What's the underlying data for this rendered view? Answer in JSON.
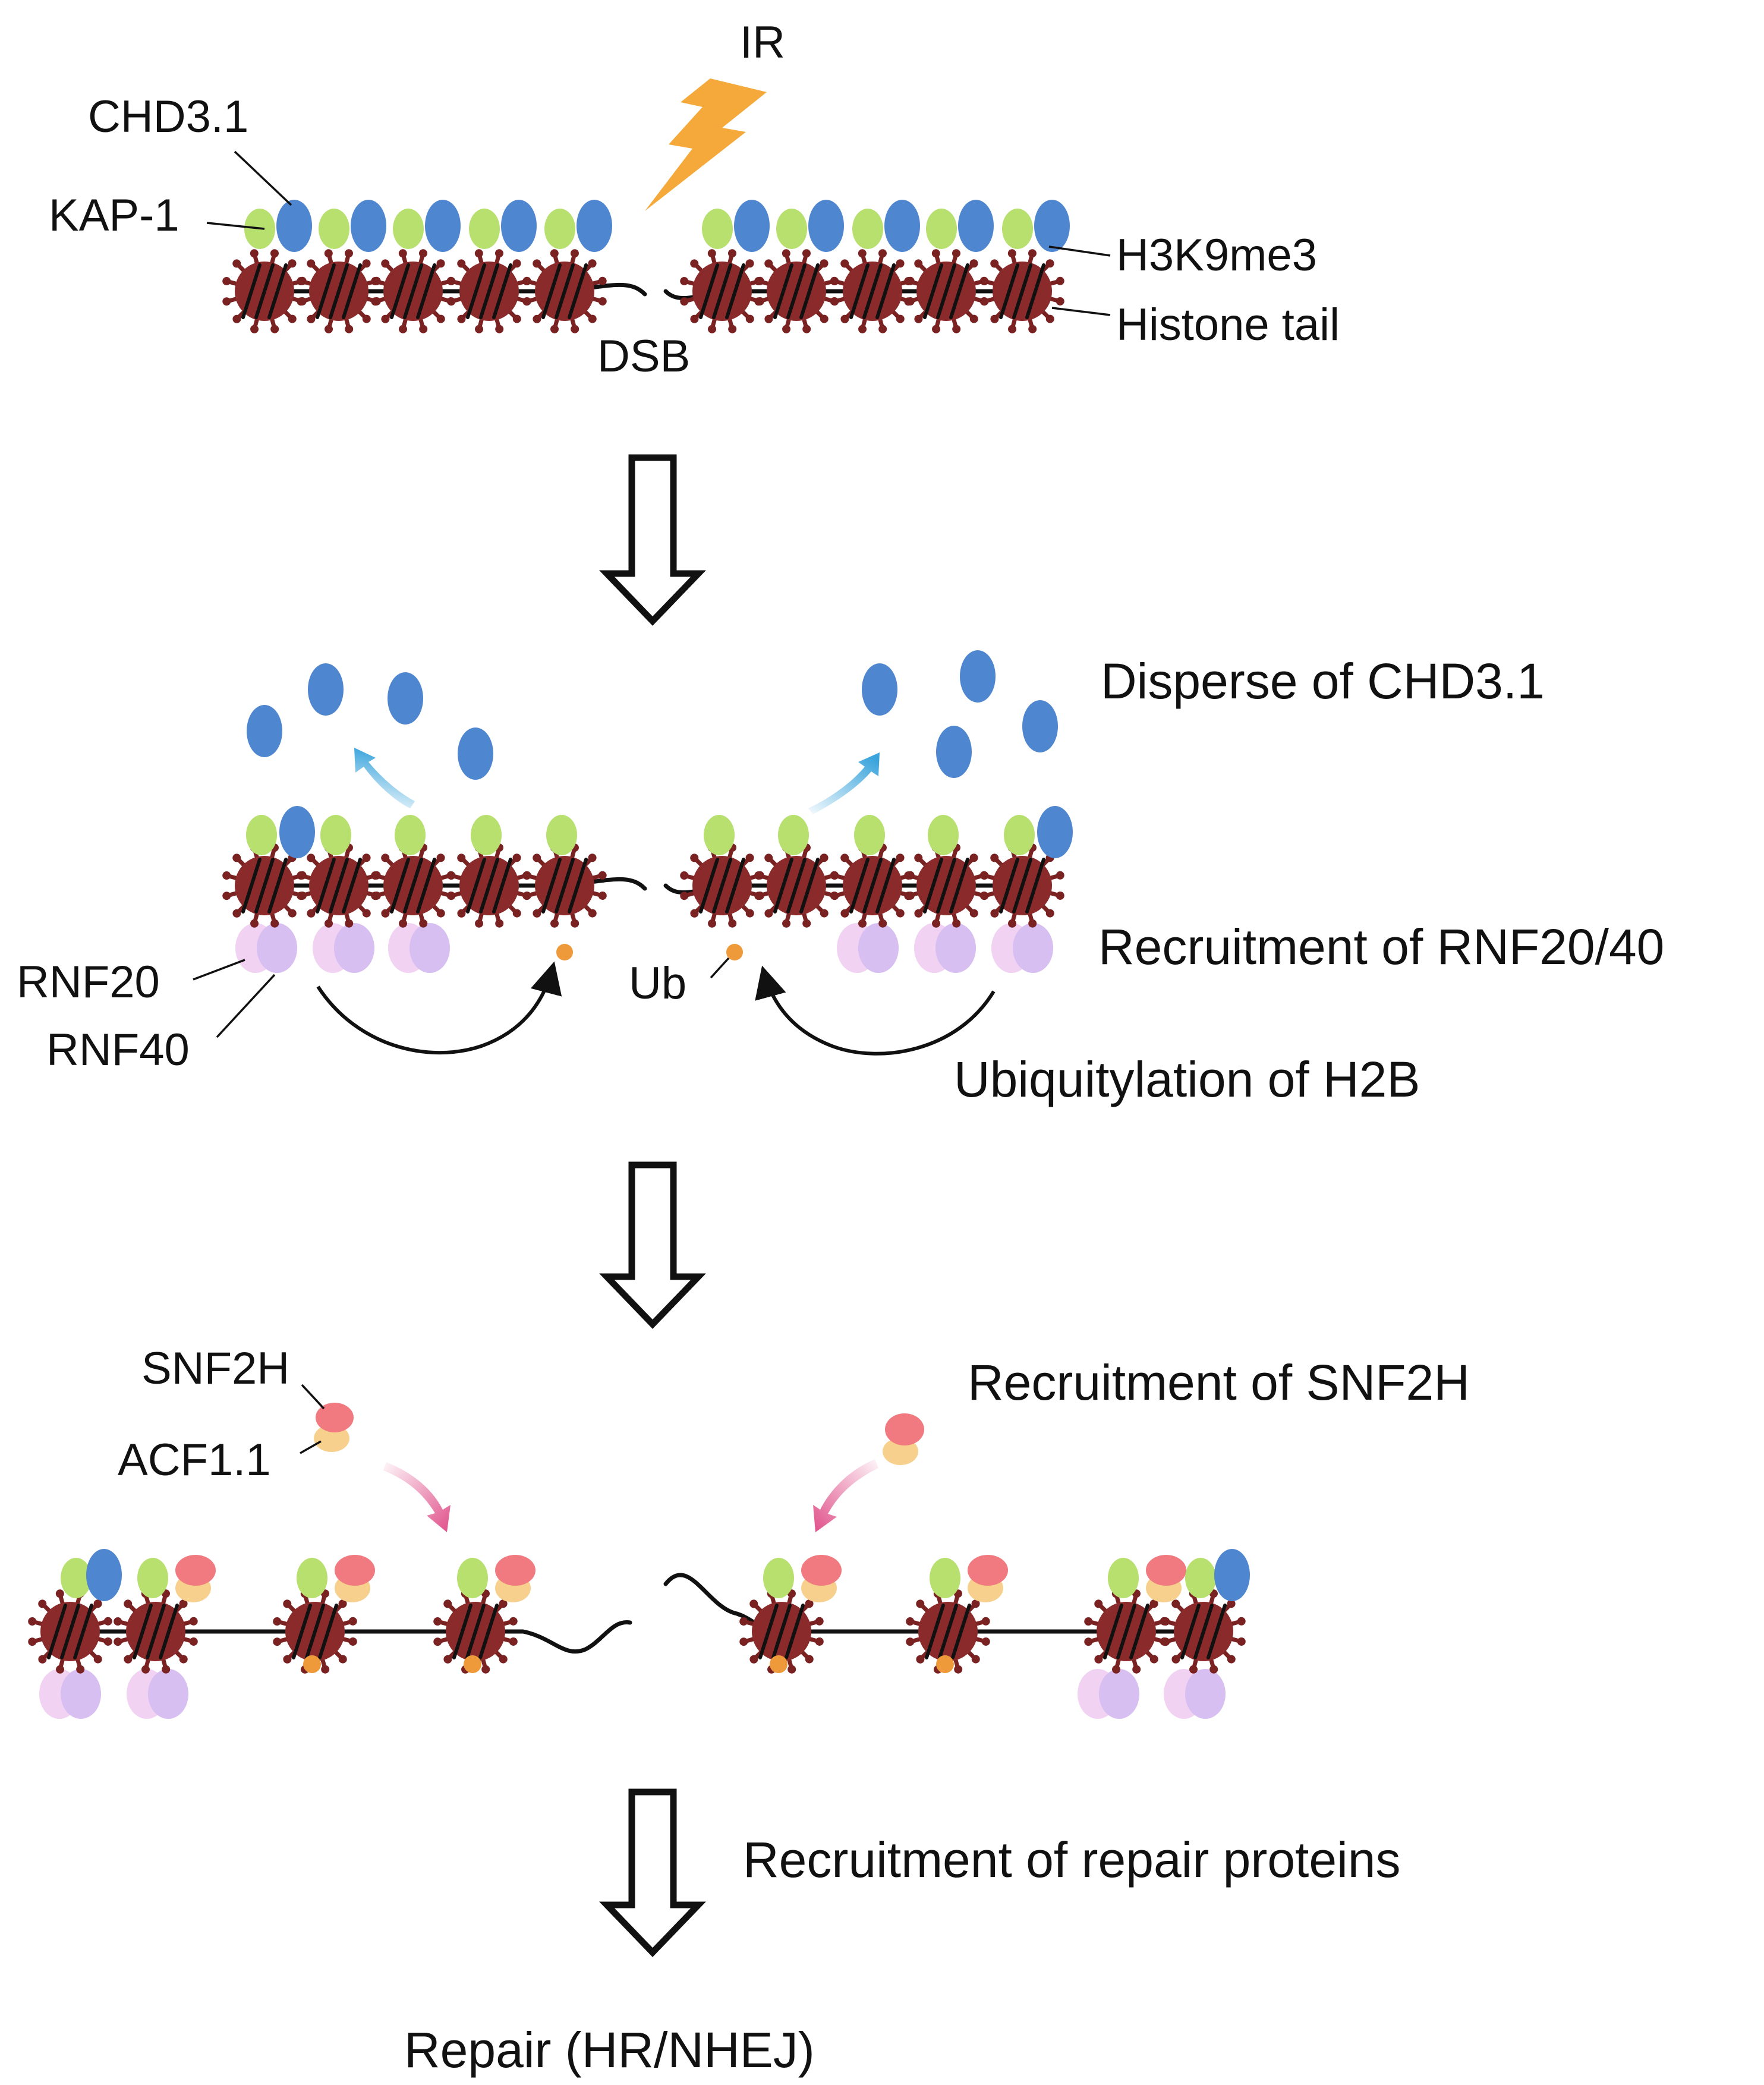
{
  "labels": {
    "ir": "IR",
    "chd31": "CHD3.1",
    "kap1": "KAP-1",
    "h3k9me3": "H3K9me3",
    "histone_tail": "Histone tail",
    "dsb": "DSB",
    "rnf20": "RNF20",
    "rnf40": "RNF40",
    "ub": "Ub",
    "snf2h": "SNF2H",
    "acf11": "ACF1.1"
  },
  "steps": {
    "disperse": "Disperse of CHD3.1",
    "recruit_rnf": "Recruitment of RNF20/40",
    "ubiquitylation": "Ubiquitylation of H2B",
    "recruit_snf2h": "Recruitment of SNF2H",
    "recruit_repair": "Recruitment of repair proteins",
    "repair": "Repair (HR/NHEJ)"
  },
  "colors": {
    "nucleosome": "#8a2a2a",
    "nucleosome_tail": "#7a2222",
    "kap1": "#b7e06e",
    "chd31": "#4f86d0",
    "rnf20": "#f1d2f2",
    "rnf40": "#d7bff2",
    "ub": "#ef9a3a",
    "snf2h": "#f07a80",
    "acf11": "#f8d08e",
    "ir_bolt": "#f5a93a",
    "disperse_arrow": "#3aa4dc",
    "snf2h_arrow": "#e0508a"
  }
}
